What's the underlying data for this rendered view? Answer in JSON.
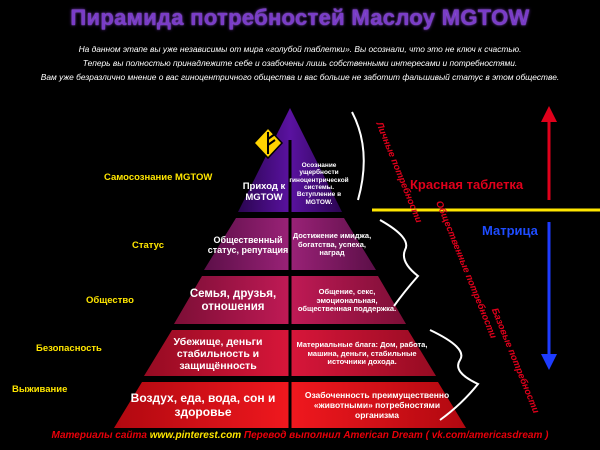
{
  "title": "Пирамида потребностей Маслоу MGTOW",
  "intro": [
    "На данном этапе    вы  уже независимы  от мира «голубой таблетки». Вы осознали, что это не ключ к счастью.",
    "Теперь вы полностью принадлежите себе и озабочены лишь собственными интересами и потребностями.",
    "Вам уже безразлично мнение о вас гиноцентричного общества и вас больше не заботит фальшивый статус в этом обществе."
  ],
  "levels": [
    {
      "label": "Самосознание MGTOW",
      "left": "Приход к MGTOW",
      "right": "Осознание ущербности гиноцентрической системы. Вступление в MGTOW.",
      "color": "#4b0c8c"
    },
    {
      "label": "Статус",
      "left": "Общественный статус, репутация",
      "right": "Достижение имиджа, богатства, успеха, наград",
      "color": "#8c1a6a"
    },
    {
      "label": "Общество",
      "left": "Семья, друзья, отношения",
      "right": "Общение, секс, эмоциональная, общественная поддержка.",
      "color": "#b0184e"
    },
    {
      "label": "Безопасность",
      "left": "Убежище, деньги стабильность и защищённость",
      "right": "Материальные блага: Дом, работа, машина, деньги, стабильные источники дохода.",
      "color": "#cc1334"
    },
    {
      "label": "Выживание",
      "left": "Воздух, еда, вода, сон и здоровье",
      "right": "Озабоченность преимущественно «животными» потребностями организма",
      "color": "#e8131c"
    }
  ],
  "side_labels": {
    "personal": "Личные потребности",
    "social": "Общественные потребности",
    "basic": "Базовые потребности"
  },
  "markers": {
    "red_pill": "Красная таблетка",
    "matrix": "Матрица"
  },
  "footer": {
    "prefix": "Материалы сайта ",
    "site": "www.pinterest.com",
    "suffix": " Перевод выполнил American Dream ( vk.com/americasdream )"
  },
  "colors": {
    "title": "#7a3cc8",
    "label": "#ffe600",
    "red_pill": "#e0001b",
    "matrix": "#1e4cff",
    "divider": "#ffe600",
    "arrow_up": "#e0001b",
    "arrow_down": "#1e3cff"
  },
  "icons": [
    "mgtow-symbol-icon",
    "bracket-icon",
    "arrow-up-icon",
    "arrow-down-icon"
  ]
}
